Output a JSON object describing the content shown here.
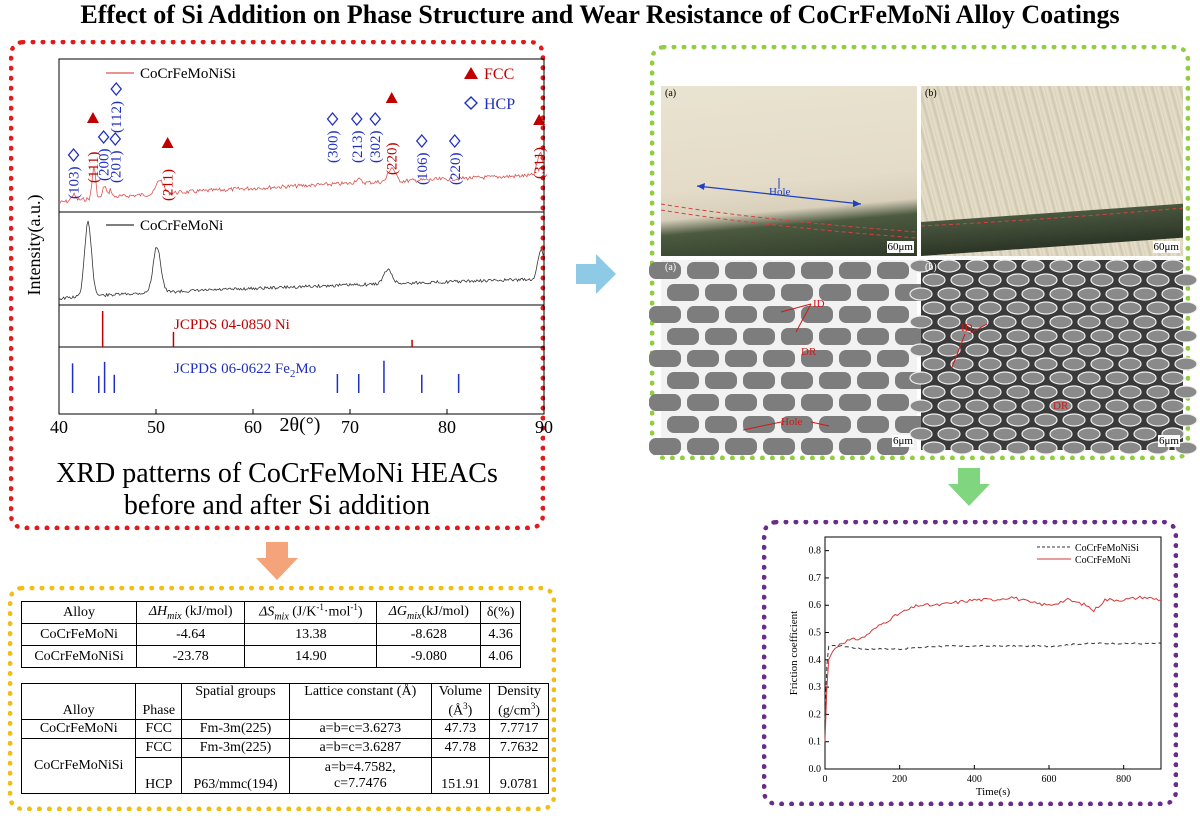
{
  "title": "Effect of Si Addition on Phase Structure and Wear Resistance of CoCrFeMoNi Alloy Coatings",
  "xrd": {
    "caption_line1": "XRD patterns of CoCrFeMoNi HEACs",
    "caption_line2": "before and after Si addition",
    "ylabel": "Intensity(a.u.)",
    "xlabel": "2θ(°)",
    "x_ticks": [
      "40",
      "50",
      "60",
      "70",
      "80",
      "90"
    ],
    "legend_top": "CoCrFeMoNiSi",
    "legend_mid": "CoCrFeMoNi",
    "fcc_label": "FCC",
    "hcp_label": "HCP",
    "ref_ni": "JCPDS 04-0850 Ni",
    "ref_fe2mo": "JCPDS 06-0622 Fe",
    "ref_fe2mo_sub": "2",
    "ref_fe2mo_tail": "Mo",
    "fcc_peaks": [
      "(111)",
      "(211)",
      "(220)",
      "(311)"
    ],
    "hcp_peaks": [
      "(103)",
      "(200)",
      "(201)",
      "(112)",
      "(300)",
      "(213)",
      "(302)",
      "(106)",
      "(220)"
    ],
    "colors": {
      "fcc": "#c00000",
      "hcp": "#1f2fc0",
      "si_line": "#d9534f",
      "base_line": "#333333"
    }
  },
  "chart_data": [
    {
      "type": "line",
      "title": "",
      "xlabel": "2θ(°)",
      "ylabel": "Intensity(a.u.)",
      "xlim": [
        40,
        90
      ],
      "series": [
        {
          "name": "CoCrFeMoNiSi",
          "peaks_2theta": [
            41.5,
            43.6,
            44.7,
            45.3,
            50.4,
            70.8,
            74.3,
            89.6
          ]
        },
        {
          "name": "CoCrFeMoNi",
          "peaks_2theta": [
            43.0,
            50.1,
            73.9,
            89.7
          ]
        }
      ],
      "reference_ni": {
        "name": "JCPDS 04-0850 Ni",
        "x": [
          44.5,
          51.8,
          76.4
        ],
        "heights": [
          1.0,
          0.42,
          0.2
        ]
      },
      "reference_fe2mo": {
        "name": "JCPDS 06-0622 Fe2Mo",
        "x": [
          41.4,
          44.1,
          44.7,
          45.7,
          68.7,
          70.9,
          73.5,
          77.4,
          81.2
        ],
        "heights": [
          0.78,
          0.45,
          0.82,
          0.48,
          0.5,
          0.5,
          0.85,
          0.48,
          0.5
        ]
      }
    },
    {
      "type": "line",
      "title": "",
      "xlabel": "Time(s)",
      "ylabel": "Friction coefficient",
      "xlim": [
        0,
        900
      ],
      "ylim": [
        0.0,
        0.85
      ],
      "x_ticks": [
        "0",
        "200",
        "400",
        "600",
        "800"
      ],
      "y_ticks": [
        "0.0",
        "0.1",
        "0.2",
        "0.3",
        "0.4",
        "0.5",
        "0.6",
        "0.7",
        "0.8"
      ],
      "legend": "top-right",
      "series": [
        {
          "name": "CoCrFeMoNiSi",
          "style": "dashed",
          "x": [
            0,
            5,
            10,
            20,
            50,
            100,
            200,
            300,
            400,
            500,
            600,
            700,
            800,
            900
          ],
          "y": [
            0.18,
            0.38,
            0.45,
            0.45,
            0.45,
            0.44,
            0.44,
            0.45,
            0.45,
            0.45,
            0.45,
            0.46,
            0.46,
            0.46
          ]
        },
        {
          "name": "CoCrFeMoNi",
          "style": "solid",
          "x": [
            0,
            5,
            10,
            20,
            40,
            60,
            100,
            150,
            200,
            250,
            300,
            350,
            400,
            450,
            500,
            550,
            600,
            650,
            700,
            720,
            750,
            800,
            850,
            900
          ],
          "y": [
            0.1,
            0.3,
            0.4,
            0.43,
            0.46,
            0.47,
            0.48,
            0.53,
            0.57,
            0.6,
            0.6,
            0.61,
            0.62,
            0.62,
            0.63,
            0.61,
            0.6,
            0.62,
            0.6,
            0.58,
            0.62,
            0.62,
            0.63,
            0.62
          ]
        }
      ]
    }
  ],
  "friction": {
    "xlabel": "Time(s)",
    "ylabel": "Friction coefficient",
    "legend": [
      "CoCrFeMoNiSi",
      "CoCrFeMoNi"
    ],
    "colors": {
      "si": "#333333",
      "base": "#d23a3a"
    }
  },
  "micro": {
    "om_a": {
      "tag": "(a)",
      "hole": "Hole",
      "scale": "60μm"
    },
    "om_b": {
      "tag": "(b)",
      "scale": "60μm"
    },
    "sem_a": {
      "tag": "(a)",
      "id": "ID",
      "dr": "DR",
      "hole": "Hole",
      "scale": "6μm"
    },
    "sem_b": {
      "tag": "(b)",
      "id": "ID",
      "dr": "DR",
      "scale": "6μm"
    }
  },
  "table1": {
    "headers": [
      "Alloy",
      "ΔH",
      "mix",
      " (kJ/mol)",
      "ΔS",
      "mix",
      " (J/K",
      "-1",
      "·mol",
      "-1",
      ")",
      "ΔG",
      "mix",
      "(kJ/mol)",
      "δ(%)"
    ],
    "rows": [
      [
        "CoCrFeMoNi",
        "-4.64",
        "13.38",
        "-8.628",
        "4.36"
      ],
      [
        "CoCrFeMoNiSi",
        "-23.78",
        "14.90",
        "-9.080",
        "4.06"
      ]
    ]
  },
  "table2": {
    "headers": [
      "Alloy",
      "Phase",
      "Spatial groups",
      "Lattice constant (Å)",
      "Volume",
      "(Å",
      "3",
      ")",
      "Density",
      "(g/cm",
      "3",
      ")"
    ],
    "rows": [
      [
        "CoCrFeMoNi",
        "FCC",
        "Fm-3m(225)",
        "a=b=c=3.6273",
        "47.73",
        "7.7717"
      ],
      [
        "CoCrFeMoNiSi",
        "FCC",
        "Fm-3m(225)",
        "a=b=c=3.6287",
        "47.78",
        "7.7632"
      ],
      [
        "",
        "HCP",
        "P63/mmc(194)",
        "a=b=4.7582,",
        "c=7.7476",
        "151.91",
        "9.0781"
      ]
    ]
  },
  "arrow_colors": {
    "right": "#8ecae6",
    "down_orange": "#f4a37a",
    "down_green": "#7fd67f"
  }
}
